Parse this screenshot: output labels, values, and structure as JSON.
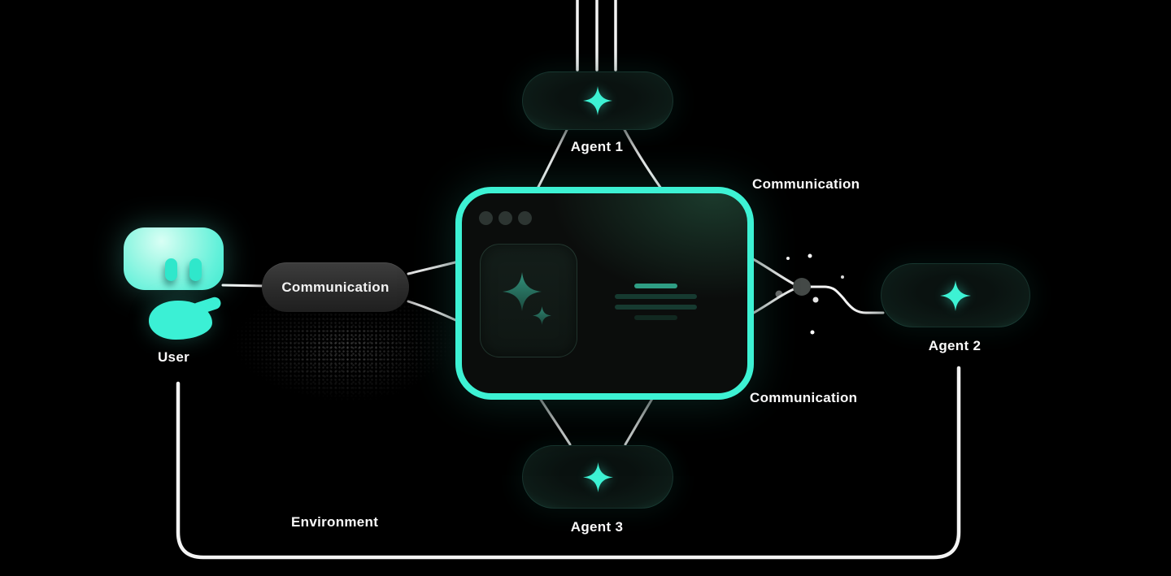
{
  "nodes": {
    "user": {
      "label": "User"
    },
    "agent1": {
      "label": "Agent 1"
    },
    "agent2": {
      "label": "Agent 2"
    },
    "agent3": {
      "label": "Agent 3"
    },
    "communication_pill": {
      "label": "Communication"
    }
  },
  "annotations": {
    "communication_top": "Communication",
    "communication_bottom": "Communication",
    "environment": "Environment"
  },
  "colors": {
    "background": "#000000",
    "accent_teal": "#3df2d4",
    "star_teal": "#3df2d4",
    "window_msg_highlight": "#2f9e84",
    "window_msg_dim": "#163a30",
    "window_msg_dimmer": "#112820",
    "line_white": "#f4f4f4",
    "text": "#fafafa"
  }
}
